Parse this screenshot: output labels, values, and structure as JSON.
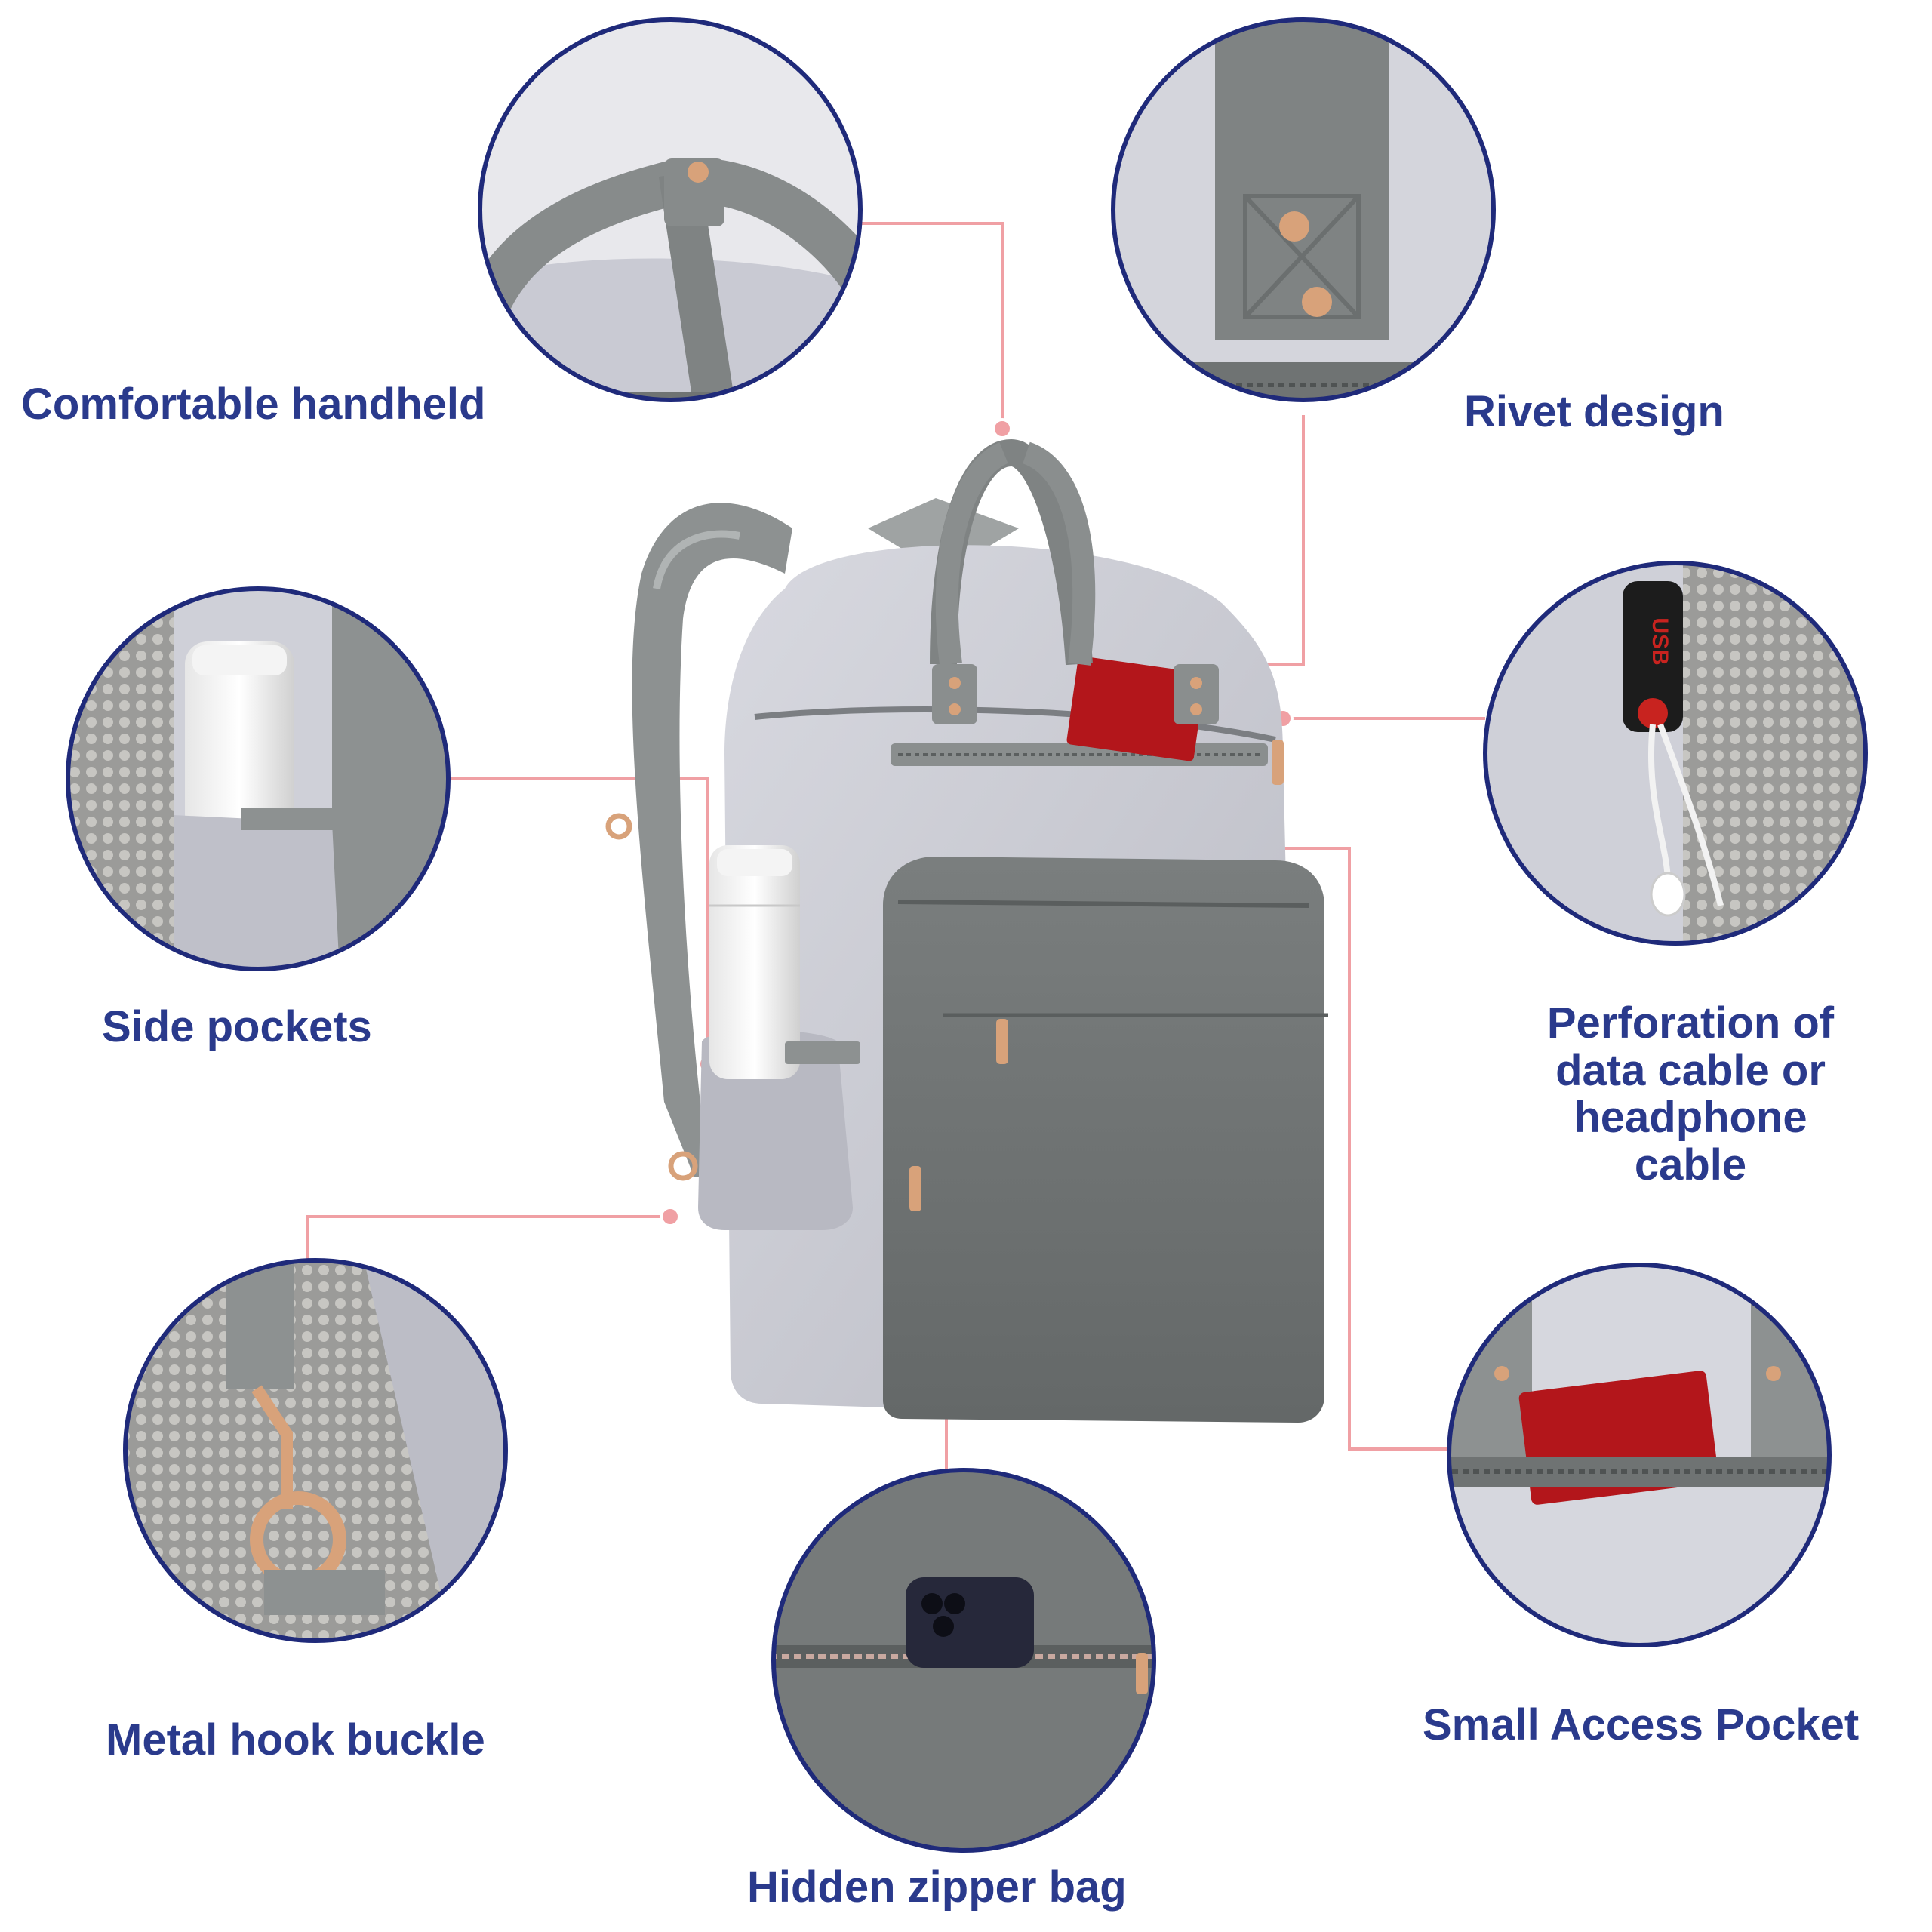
{
  "features": {
    "comfortable_handheld": "Comfortable handheld",
    "rivet_design": "Rivet design",
    "side_pockets": "Side pockets",
    "perforation_line1": "Perforation of",
    "perforation_line2": "data cable or",
    "perforation_line3": "headphone",
    "perforation_line4": "cable",
    "metal_hook_buckle": "Metal hook buckle",
    "small_access_pocket": "Small Access Pocket",
    "hidden_zipper_bag": "Hidden zipper bag"
  },
  "usb_port_text": "USB",
  "colors": {
    "label_text": "#2a3a8c",
    "circle_border": "#1f2a7a",
    "leader_line": "#f0a0a4",
    "bag_light": "#c9cad3",
    "bag_dark": "#6f7373",
    "strap": "#8a8e8e",
    "accent_red": "#b3161b",
    "hardware": "#d8a27a"
  }
}
